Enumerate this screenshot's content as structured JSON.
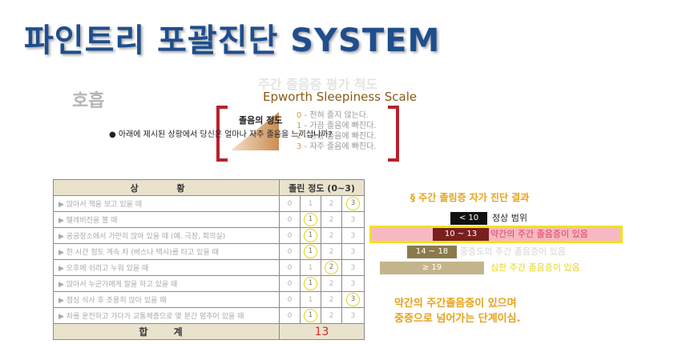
{
  "page_title": "파인트리 포괄진단 SYSTEM",
  "section_label": "호흡",
  "scale": {
    "title_ko": "주간 졸음증 평가 척도",
    "title_en": "Epworth Sleepiness Scale"
  },
  "instruction": "● 아래에 제시된 상황에서 당신은 얼마나 자주 졸음을 느끼십니까?",
  "legend": {
    "label": "졸음의 정도",
    "items": [
      {
        "num": "0",
        "text": " - 전혀 졸지 않는다."
      },
      {
        "num": "1",
        "text": " - 가끔 졸음에 빠진다."
      },
      {
        "num": "2",
        "text": " - 종종 졸음에 빠진다."
      },
      {
        "num": "3",
        "text": " - 자주 졸음에 빠진다."
      }
    ]
  },
  "table": {
    "header_situation": "상 황",
    "header_score": "졸린 정도 (0~3)",
    "score_options": [
      "0",
      "1",
      "2",
      "3"
    ],
    "rows": [
      {
        "situation": "▶ 앉아서 책을 보고 있을 때",
        "selected": 3
      },
      {
        "situation": "▶ 텔레비전을 볼 때",
        "selected": 1
      },
      {
        "situation": "▶ 공공장소에서 가만히 앉아 있을 때 (예. 극장, 회의실)",
        "selected": 1
      },
      {
        "situation": "▶ 한 시간 정도 계속 차 (버스나 택시)를 타고 있을 때",
        "selected": 1
      },
      {
        "situation": "▶ 오후에 쉬려고 누워 있을 때",
        "selected": 2
      },
      {
        "situation": "▶ 앉아서 누군가에게 말을 하고 있을 때",
        "selected": 1
      },
      {
        "situation": "▶ 점심 식사 후 조용히 앉아 있을 때",
        "selected": 3
      },
      {
        "situation": "▶ 차를 운전하고 가다가 교통체증으로 몇 분간 멈추어 있을 때",
        "selected": 1
      }
    ],
    "total_label": "합 계",
    "total_value": "13"
  },
  "results": {
    "title": "§ 주간 졸림증 자가 진단 결과",
    "items": [
      {
        "range": "< 10",
        "text": "정상 범위",
        "badge_color": "#111111",
        "text_color": "#222222",
        "bg": "#ffffff"
      },
      {
        "range": "10 ~ 13",
        "text": "약간의 주간 졸음증이 있음",
        "badge_color": "#7a1f1f",
        "text_color": "#e0405a",
        "bg": "#f6b8c4"
      },
      {
        "range": "14 ~ 18",
        "text": "중증도의 주간 졸음증이 있음",
        "badge_color": "#8c7a4c",
        "text_color": "#d4d4d4",
        "bg": "#ffffff"
      },
      {
        "range": "≥ 19",
        "text": "심한 주간 졸음증이 있음",
        "badge_color": "#c4b48c",
        "text_color": "#e8d41a",
        "bg": "#ffffff"
      }
    ],
    "highlight_color": "#f0e21a"
  },
  "conclusion": {
    "line1": "약간의 주간졸음증이 있으며",
    "line2": "중증으로 넘어가는 단계이심."
  }
}
